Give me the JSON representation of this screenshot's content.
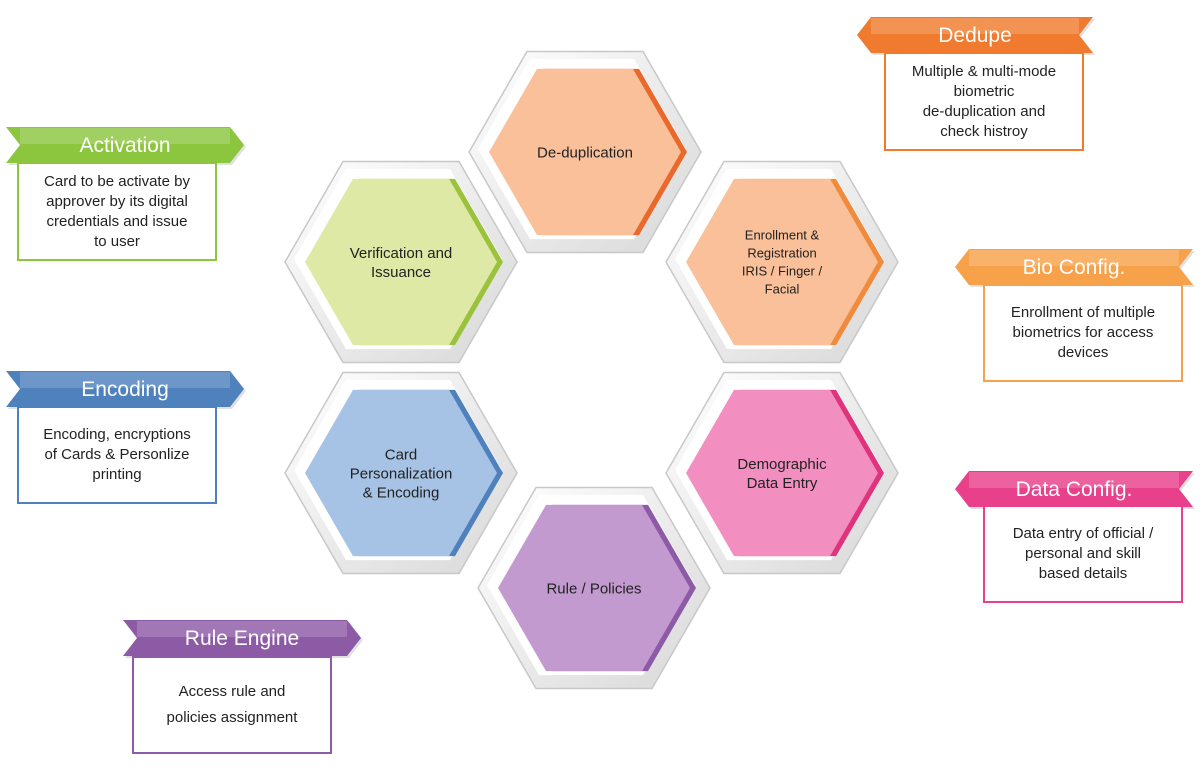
{
  "hexagons": [
    {
      "id": "dedup",
      "label": "De-duplication",
      "fill": "#f9c09a",
      "shade": "#e8692b"
    },
    {
      "id": "enroll",
      "label": "Enrollment &\nRegistration\nIRIS / Finger /\nFacial",
      "fill": "#f9c09a",
      "shade": "#f08a3c"
    },
    {
      "id": "demo",
      "label": "Demographic\nData Entry",
      "fill": "#f28fc0",
      "shade": "#e0337d"
    },
    {
      "id": "rule",
      "label": "Rule / Policies",
      "fill": "#c39ad0",
      "shade": "#8d5aa6"
    },
    {
      "id": "card",
      "label": "Card\nPersonalization\n& Encoding",
      "fill": "#a6c3e6",
      "shade": "#4f81bd"
    },
    {
      "id": "verify",
      "label": "Verification and\nIssuance",
      "fill": "#dde9a4",
      "shade": "#9bc23c"
    }
  ],
  "callouts": [
    {
      "id": "activation",
      "title": "Activation",
      "color": "#8cc63f",
      "desc": "Card to be activate by\napprover by its digital\ncredentials and issue\nto user"
    },
    {
      "id": "encoding",
      "title": "Encoding",
      "color": "#4f81bd",
      "desc": "Encoding, encryptions\nof Cards & Personlize\nprinting"
    },
    {
      "id": "rule-engine",
      "title": "Rule Engine",
      "color": "#8d5aa6",
      "desc": "Access rule and\npolicies assignment"
    },
    {
      "id": "dedupe",
      "title": "Dedupe",
      "color": "#f07a2e",
      "desc": "Multiple & multi-mode\nbiometric\nde-duplication and\ncheck histroy"
    },
    {
      "id": "bio-config",
      "title": "Bio Config.",
      "color": "#f7a14a",
      "desc": "Enrollment of multiple\nbiometrics for access\ndevices"
    },
    {
      "id": "data-config",
      "title": "Data Config.",
      "color": "#e8408a",
      "desc": "Data entry of official /\npersonal and skill\nbased details"
    }
  ]
}
